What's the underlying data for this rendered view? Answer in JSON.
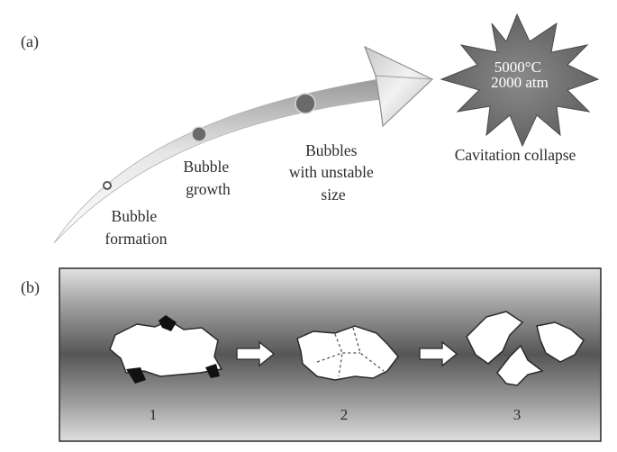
{
  "panel_a": {
    "label": "(a)",
    "stages": [
      {
        "line1": "Bubble",
        "line2": "formation"
      },
      {
        "line1": "Bubble",
        "line2": "growth"
      },
      {
        "line1": "Bubbles",
        "line2": "with unstable",
        "line3": "size"
      }
    ],
    "collapse": {
      "temperature": "5000°C",
      "pressure": "2000 atm",
      "caption": "Cavitation collapse"
    }
  },
  "panel_b": {
    "label": "(b)",
    "steps": [
      "1",
      "2",
      "3"
    ]
  },
  "colors": {
    "burst": "#6f6f6f",
    "bubble": "#6a6a6a",
    "band_dark": "#555555",
    "band_light": "#dcdcdc"
  }
}
